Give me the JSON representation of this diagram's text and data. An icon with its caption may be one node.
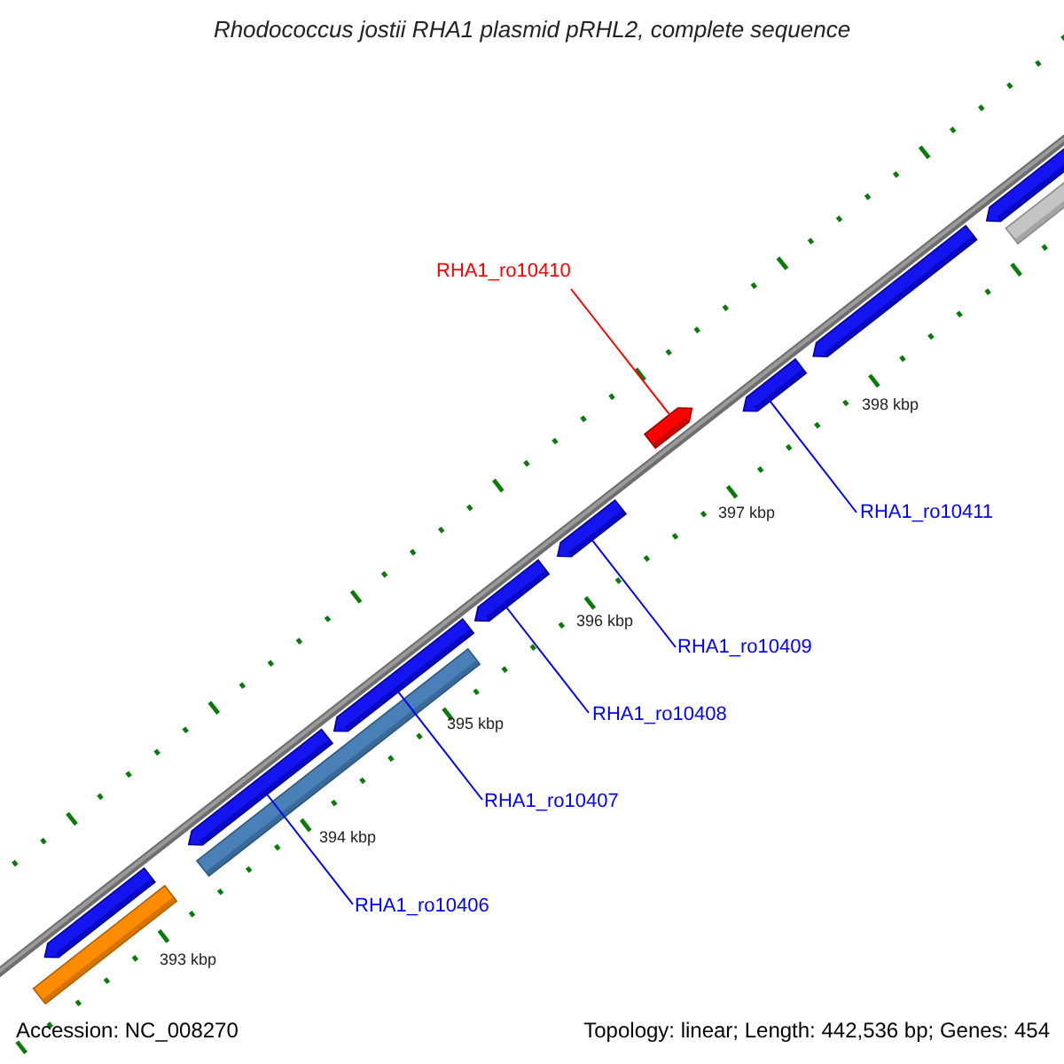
{
  "diagram": {
    "title": "Rhodococcus jostii RHA1 plasmid pRHL2, complete sequence",
    "nodes": [
      {
        "text": [
          "RHA1_ro10410"
        ]
      },
      {
        "text": [
          "RHA1_ro10411"
        ]
      },
      {
        "text": [
          "RHA1_ro10409"
        ]
      },
      {
        "text": [
          "RHA1_ro10408"
        ]
      },
      {
        "text": [
          "RHA1_ro10407"
        ]
      },
      {
        "text": [
          "RHA1_ro10406"
        ]
      },
      {
        "text": [],
        "shape": "bar"
      },
      {
        "text": [],
        "shape": "bar"
      },
      {
        "text": [],
        "shape": "bar"
      },
      {
        "text": [],
        "shape": "bar"
      },
      {
        "text": [],
        "shape": "bar"
      },
      {
        "text": [],
        "shape": "bar"
      },
      {
        "text": [],
        "shape": "bar"
      },
      {
        "text": [],
        "shape": "bar"
      },
      {
        "text": [],
        "shape": "bar"
      },
      {
        "text": [],
        "shape": "bar"
      },
      {
        "text": [],
        "shape": "bar"
      },
      {
        "text": [],
        "shape": "bar"
      }
    ],
    "edges": [
      {
        "from": 0,
        "to": 13,
        "arrow": "none",
        "color": "#ff0000"
      },
      {
        "from": 1,
        "to": 14,
        "arrow": "none"
      },
      {
        "from": 2,
        "to": 12,
        "arrow": "none"
      },
      {
        "from": 3,
        "to": 11,
        "arrow": "none"
      },
      {
        "from": 4,
        "to": 10,
        "arrow": "none"
      },
      {
        "from": 5,
        "to": 8,
        "arrow": "none"
      }
    ],
    "labels": [
      "398 kbp",
      "397 kbp",
      "396 kbp",
      "395 kbp",
      "394 kbp",
      "393 kbp",
      "Accession: NC_008270",
      "Topology: linear; Length: 442,536 bp; Genes: 454"
    ]
  }
}
